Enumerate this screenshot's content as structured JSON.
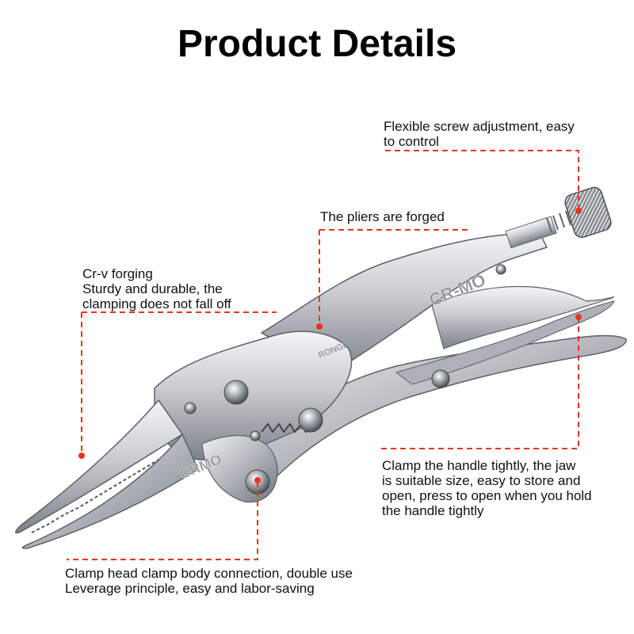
{
  "title": "Product Details",
  "annotations": {
    "screw": [
      "Flexible screw adjustment, easy",
      "to control"
    ],
    "forged": [
      "The pliers are forged"
    ],
    "crv": [
      "Cr-v forging",
      "Sturdy and durable, the",
      "clamping does not fall off"
    ],
    "handle": [
      "Clamp the handle tightly, the jaw",
      "is suitable size, easy to store and",
      "open, press to open when you hold",
      "the handle tightly"
    ],
    "head": [
      "Clamp head clamp body connection, double use",
      "Leverage principle, easy and labor-saving"
    ]
  },
  "tool_markings": {
    "upper_handle": "CR-MO",
    "lower_handle": "CRMO",
    "brand": "RONGPENG"
  },
  "colors": {
    "leader_line": "#e8341c",
    "steel": "#c9ccd1",
    "text": "#111111"
  }
}
